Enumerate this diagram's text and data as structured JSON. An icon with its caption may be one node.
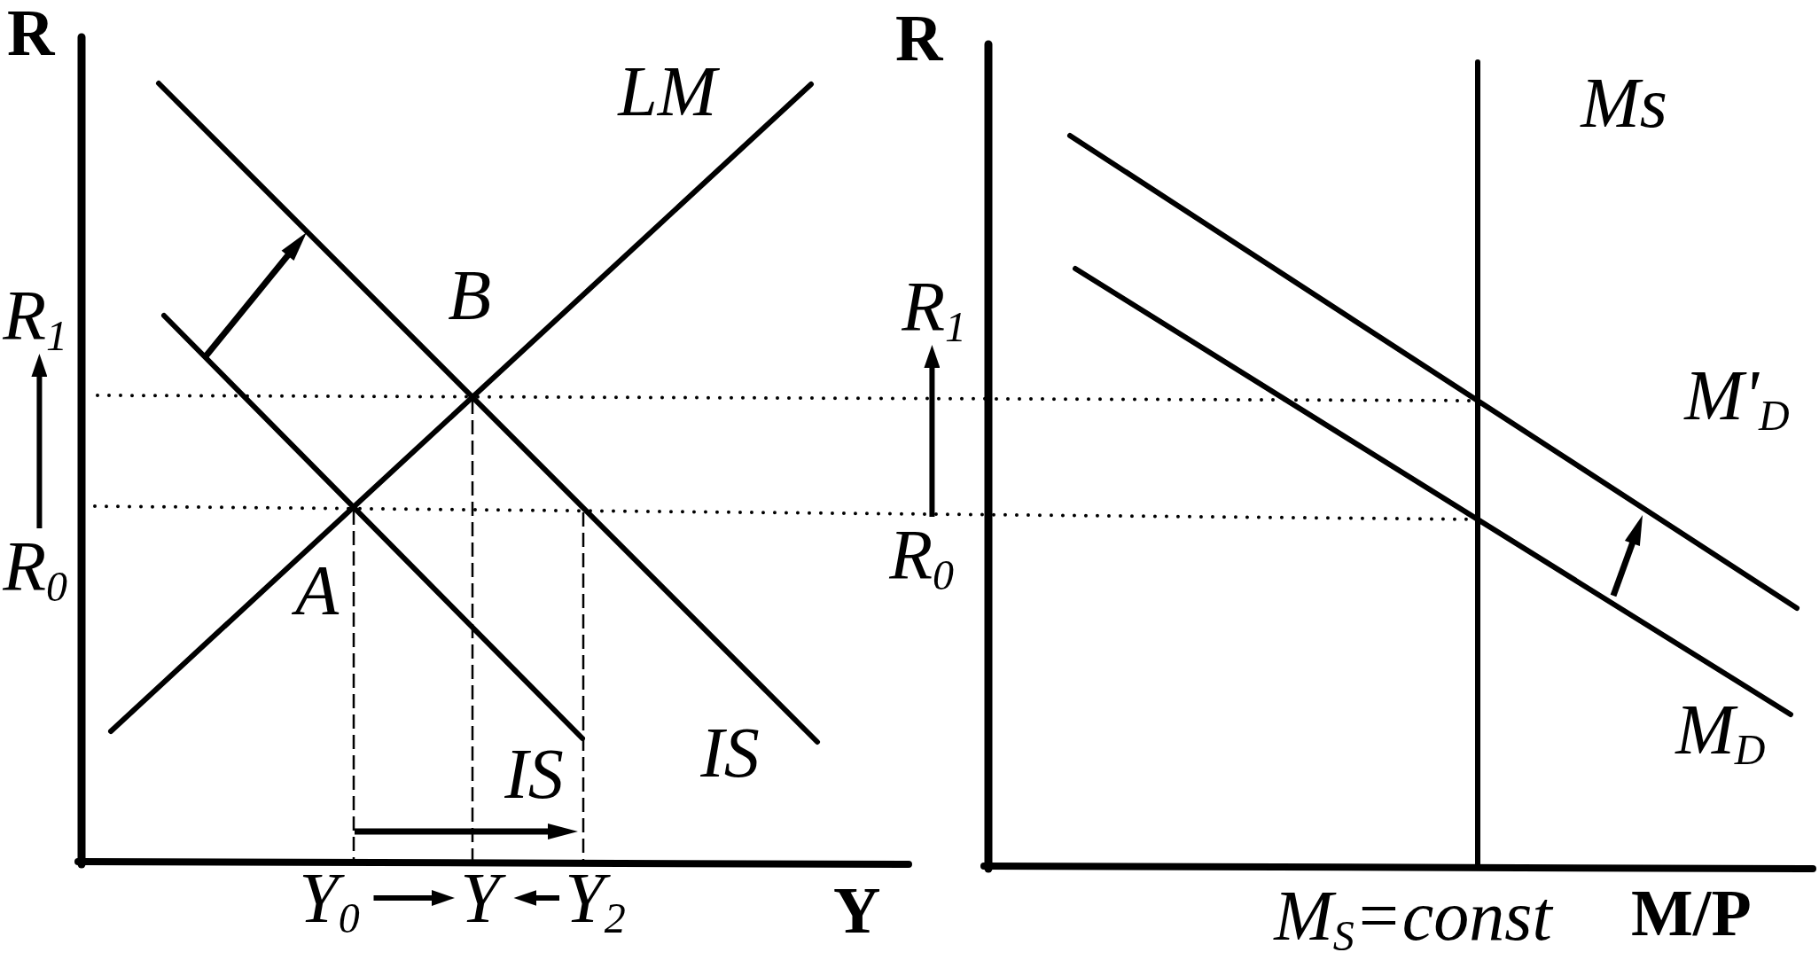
{
  "diagram": {
    "nodes": [
      {
        "text": [
          "R$_{1}$"
        ]
      },
      {
        "text": [
          "R$_{0}$"
        ]
      },
      {
        "text": [
          "Y$_{0}$"
        ]
      },
      {
        "text": [
          "Y"
        ]
      },
      {
        "text": [
          "Y$_{2}$"
        ]
      },
      {
        "text": [
          "R$_{1}$"
        ]
      },
      {
        "text": [
          "R$_{0}$"
        ]
      }
    ],
    "edges": [
      {
        "from": 1,
        "to": 0,
        "arrow": "to"
      },
      {
        "from": 2,
        "to": 3,
        "arrow": "to"
      },
      {
        "from": 4,
        "to": 3,
        "arrow": "to"
      },
      {
        "from": 6,
        "to": 5,
        "arrow": "to"
      }
    ],
    "labels": [
      "R",
      "LM",
      "B",
      "A",
      "IS",
      "IS",
      "Y",
      "R",
      "Ms",
      "M'$_{D}$",
      "M$_{D}$",
      "M$_{S}$=const",
      "M/P"
    ]
  }
}
